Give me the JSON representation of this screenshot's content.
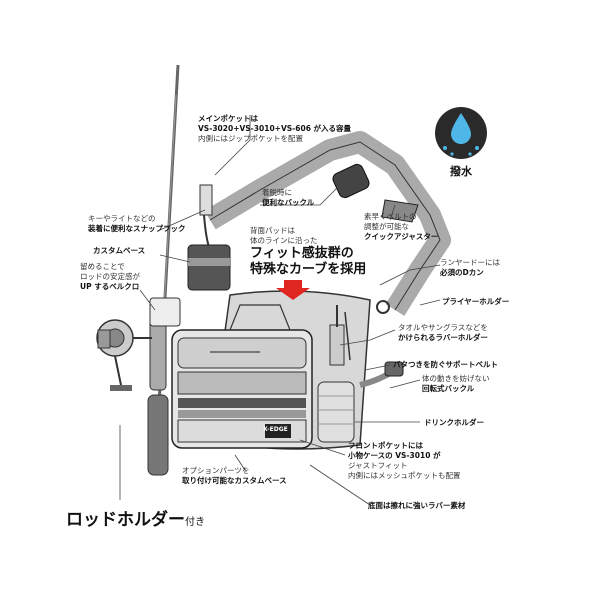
{
  "waterproof_badge": {
    "label": "撥水",
    "icon": "water-drop-icon"
  },
  "callouts": {
    "main_pocket": [
      "メインポケットは",
      "VS-3020+VS-3010+VS-606 が入る容量",
      "内側にはジップポケットを配置"
    ],
    "buckle": [
      "着脱時に",
      "便利なバックル"
    ],
    "adjuster": [
      "素早くベルトの",
      "調整が可能な",
      "クイックアジャスター"
    ],
    "snap_hook": [
      "キーやライトなどの",
      "装着に便利なスナップフック"
    ],
    "custom_base": [
      "カスタムベース"
    ],
    "velcro": [
      "留めることで",
      "ロッドの安定感が",
      "UP するベルクロ"
    ],
    "back_pad": [
      "背面パッドは",
      "体のラインに沿った"
    ],
    "back_pad_big": [
      "フィット感抜群の",
      "特殊なカーブを採用"
    ],
    "d_ring": [
      "ランヤードーには",
      "必須のDカン"
    ],
    "plier_holder": [
      "プライヤーホルダー"
    ],
    "rubber_holder": [
      "タオルやサングラスなどを",
      "かけられるラバーホルダー"
    ],
    "support_belt": [
      "バタつきを防ぐサポートベルト"
    ],
    "swivel_buckle": [
      "体の動きを妨げない",
      "回転式バックル"
    ],
    "drink_holder": [
      "ドリンクホルダー"
    ],
    "front_pocket": [
      "フロントポケットには",
      "小物ケースの VS-3010 が",
      "ジャストフィット",
      "内側にはメッシュポケットも配置"
    ],
    "option_parts": [
      "オプションパーツを",
      "取り付け可能なカスタムベース"
    ],
    "bottom_rubber": [
      "底面は擦れに強いラバー素材"
    ]
  },
  "title": {
    "main": "ロッドホルダー",
    "suffix": "付き"
  },
  "product_logo": "X-EDGE"
}
